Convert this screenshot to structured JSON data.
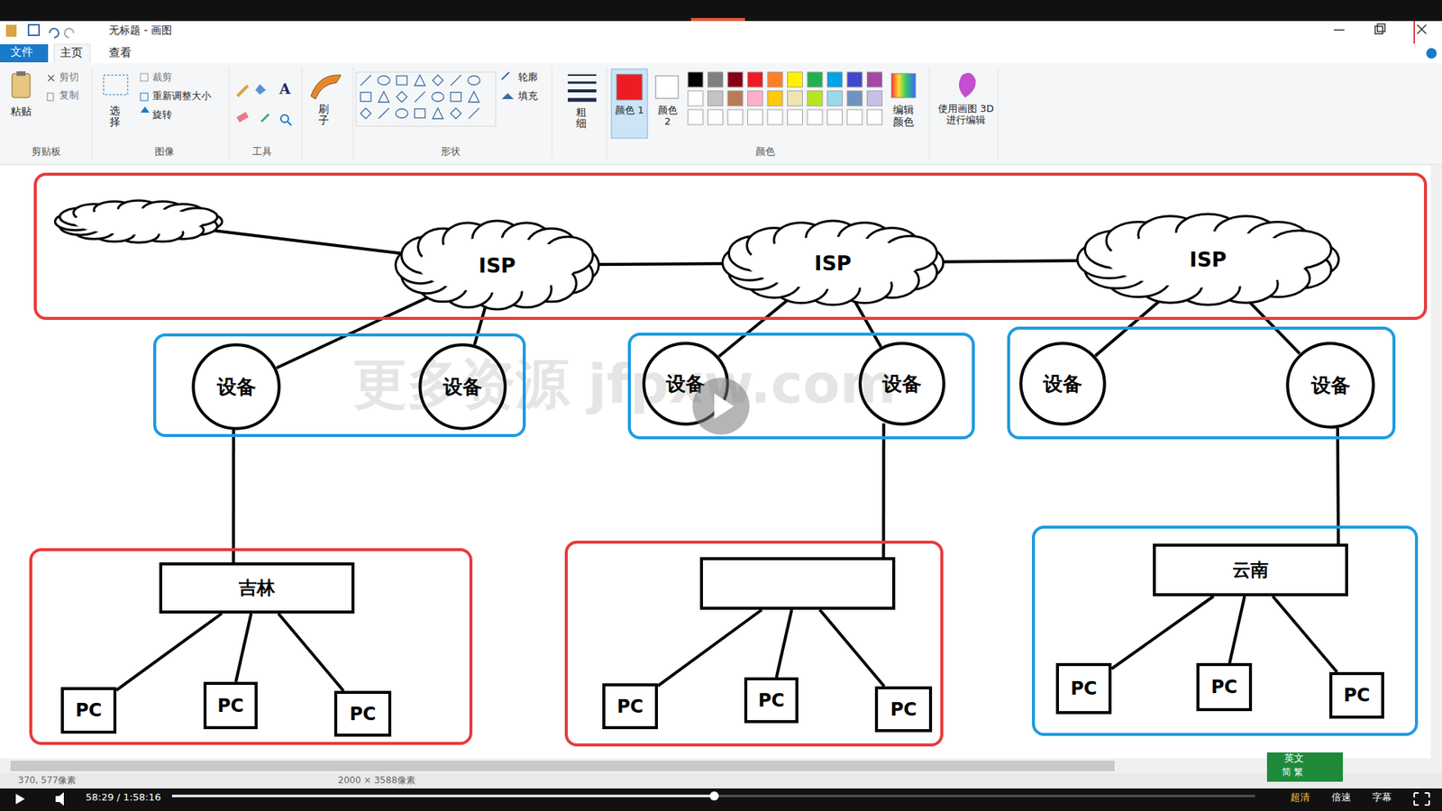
{
  "diagram": {
    "nodes": [
      {
        "text": []
      },
      {
        "text": [],
        "in": 0
      },
      {
        "text": [
          "ISP"
        ],
        "in": 0
      },
      {
        "text": [
          "ISP"
        ],
        "in": 0
      },
      {
        "text": [
          "ISP"
        ],
        "in": 0
      },
      {
        "text": []
      },
      {
        "text": [
          "设备"
        ],
        "in": 5
      },
      {
        "text": [
          "设备"
        ],
        "in": 5
      },
      {
        "text": []
      },
      {
        "text": [
          "设备"
        ],
        "in": 8
      },
      {
        "text": [
          "设备"
        ],
        "in": 8
      },
      {
        "text": []
      },
      {
        "text": [
          "设备"
        ],
        "in": 11
      },
      {
        "text": [
          "设备"
        ],
        "in": 11
      },
      {
        "text": []
      },
      {
        "text": [
          "吉林"
        ],
        "in": 14
      },
      {
        "text": [
          "PC"
        ],
        "in": 14
      },
      {
        "text": [
          "PC"
        ],
        "in": 14
      },
      {
        "text": [
          "PC"
        ],
        "in": 14
      },
      {
        "text": []
      },
      {
        "text": [],
        "in": 19
      },
      {
        "text": [
          "PC"
        ],
        "in": 19
      },
      {
        "text": [
          "PC"
        ],
        "in": 19
      },
      {
        "text": [
          "PC"
        ],
        "in": 19
      },
      {
        "text": []
      },
      {
        "text": [
          "云南"
        ],
        "in": 24
      },
      {
        "text": [
          "PC"
        ],
        "in": 24
      },
      {
        "text": [
          "PC"
        ],
        "in": 24
      },
      {
        "text": [
          "PC"
        ],
        "in": 24
      }
    ],
    "edges": [
      {
        "from": 1,
        "to": 2,
        "arrow": "none"
      },
      {
        "from": 2,
        "to": 3,
        "arrow": "none"
      },
      {
        "from": 3,
        "to": 4,
        "arrow": "none"
      },
      {
        "from": 2,
        "to": 6,
        "arrow": "none"
      },
      {
        "from": 2,
        "to": 7,
        "arrow": "none"
      },
      {
        "from": 3,
        "to": 9,
        "arrow": "none"
      },
      {
        "from": 3,
        "to": 10,
        "arrow": "none"
      },
      {
        "from": 4,
        "to": 12,
        "arrow": "none"
      },
      {
        "from": 4,
        "to": 13,
        "arrow": "none"
      },
      {
        "from": 6,
        "to": 15,
        "arrow": "none"
      },
      {
        "from": 10,
        "to": 20,
        "arrow": "none"
      },
      {
        "from": 13,
        "to": 25,
        "arrow": "none"
      },
      {
        "from": 15,
        "to": 16,
        "arrow": "none"
      },
      {
        "from": 15,
        "to": 17,
        "arrow": "none"
      },
      {
        "from": 15,
        "to": 18,
        "arrow": "none"
      },
      {
        "from": 20,
        "to": 21,
        "arrow": "none"
      },
      {
        "from": 20,
        "to": 22,
        "arrow": "none"
      },
      {
        "from": 20,
        "to": 23,
        "arrow": "none"
      },
      {
        "from": 25,
        "to": 26,
        "arrow": "none"
      },
      {
        "from": 25,
        "to": 27,
        "arrow": "none"
      },
      {
        "from": 25,
        "to": 28,
        "arrow": "none"
      }
    ],
    "labels": [
      "无标题 - 画图",
      "文件",
      "主页",
      "查看",
      "粘贴",
      "剪切",
      "复制",
      "剪贴板",
      "选择",
      "裁剪",
      "重新调整大小",
      "旋转",
      "图像",
      "A",
      "工具",
      "刷子",
      "形状",
      "轮廓",
      "填充",
      "粗细",
      "颜色 1",
      "颜色 2",
      "编辑颜色",
      "使用画图 3D 进行编辑",
      "颜色",
      "370, 577像素",
      "2000 × 3588像素",
      "58:29 / 1:58:16",
      "超清",
      "倍速",
      "字幕",
      "英文",
      "简 繁",
      "更多资源 jfpxw.com"
    ]
  }
}
